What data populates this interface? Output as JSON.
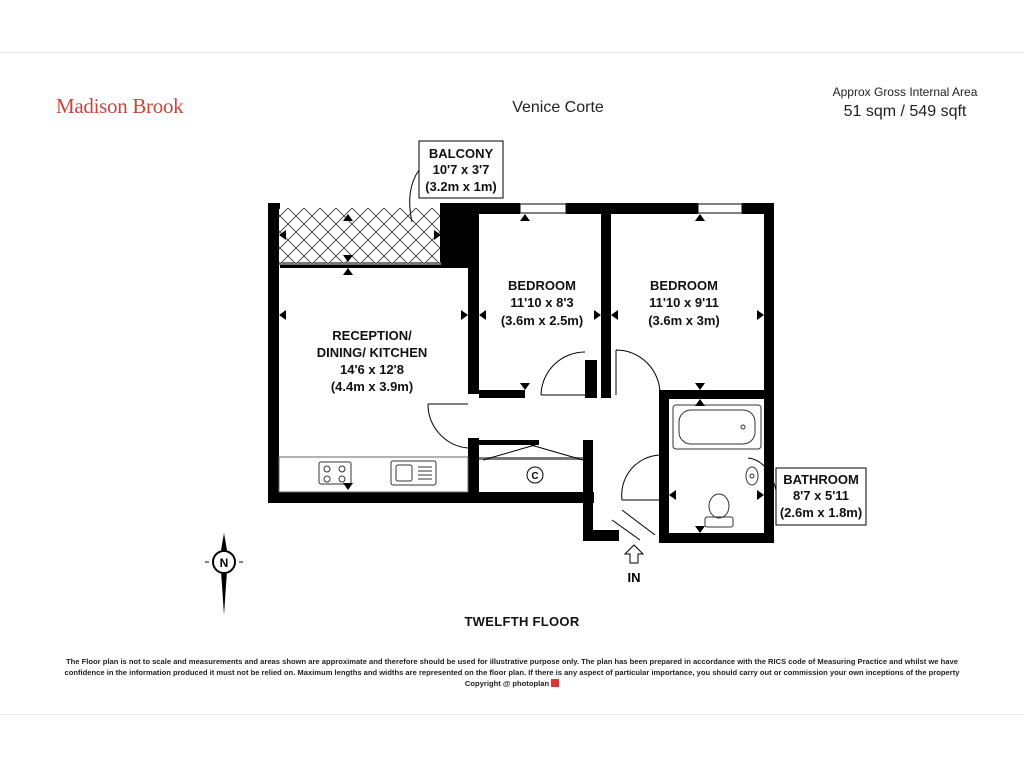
{
  "brand": "Madison Brook",
  "property_name": "Venice Corte",
  "area": {
    "label": "Approx Gross Internal Area",
    "value": "51 sqm / 549 sqft"
  },
  "rooms": {
    "balcony": {
      "name": "BALCONY",
      "imperial": "10'7 x 3'7",
      "metric": "(3.2m x 1m)"
    },
    "reception": {
      "name_line1": "RECEPTION/",
      "name_line2": "DINING/ KITCHEN",
      "imperial": "14'6 x 12'8",
      "metric": "(4.4m x 3.9m)"
    },
    "bedroom1": {
      "name": "BEDROOM",
      "imperial": "11'10 x 8'3",
      "metric": "(3.6m x 2.5m)"
    },
    "bedroom2": {
      "name": "BEDROOM",
      "imperial": "11'10 x 9'11",
      "metric": "(3.6m x 3m)"
    },
    "bathroom": {
      "name": "BATHROOM",
      "imperial": "8'7 x 5'11",
      "metric": "(2.6m x 1.8m)"
    }
  },
  "symbols": {
    "cupboard": "C",
    "entrance": "IN",
    "north": "N"
  },
  "floor_name": "TWELFTH FLOOR",
  "disclaimer": {
    "line1": "The Floor plan is not to scale and measurements and areas shown are approximate and therefore should be used for illustrative purpose only. The plan has been prepared in accordance with the RICS code of Measuring Practice and whilst we have",
    "line2": "confidence in the information produced it must not be relied on. Maximum  lengths and widths are represented on the floor plan. If there is any aspect of particular importance, you should carry out or commission your own inceptions of the property",
    "line3": "Copyright @ photoplan"
  },
  "colors": {
    "brand": "#c7473f",
    "wall": "#000000"
  }
}
